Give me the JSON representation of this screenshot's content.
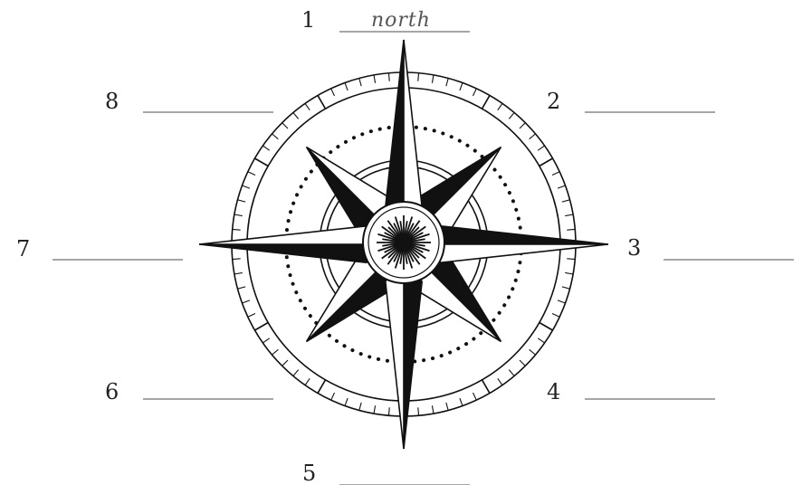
{
  "worksheet": {
    "labels": [
      {
        "number": "1",
        "answer": "north"
      },
      {
        "number": "2",
        "answer": ""
      },
      {
        "number": "3",
        "answer": ""
      },
      {
        "number": "4",
        "answer": ""
      },
      {
        "number": "5",
        "answer": ""
      },
      {
        "number": "6",
        "answer": ""
      },
      {
        "number": "7",
        "answer": ""
      },
      {
        "number": "8",
        "answer": ""
      }
    ]
  },
  "colors": {
    "ink": "#111111",
    "blank_line": "#888888",
    "answer_ink": "#555555"
  }
}
